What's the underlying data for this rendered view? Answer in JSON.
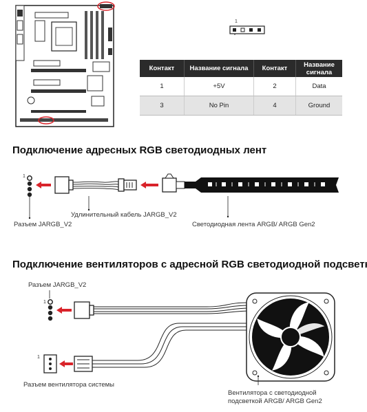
{
  "header_pin_number": "1",
  "pin_table": {
    "headers": [
      "Контакт",
      "Название сигнала",
      "Контакт",
      "Название сигнала"
    ],
    "rows": [
      [
        "1",
        "+5V",
        "2",
        "Data"
      ],
      [
        "3",
        "No Pin",
        "4",
        "Ground"
      ]
    ]
  },
  "section_led": {
    "title": "Подключение адресных RGB светодиодных лент",
    "label_pin_one": "1",
    "label_cable": "Удлинительный кабель JARGB_V2",
    "label_connector": "Разъем JARGB_V2",
    "label_strip": "Светодиодная лента ARGB/ ARGB Gen2"
  },
  "section_fan": {
    "title": "Подключение вентиляторов с адресной RGB светодиодной подсветкой",
    "label_connector": "Разъем JARGB_V2",
    "label_pin_one_a": "1",
    "label_pin_one_b": "1",
    "label_sys_fan": "Разъем вентилятора системы",
    "label_fan_line1": "Вентилятора с светодиодной",
    "label_fan_line2": "подсветкой ARGB/ ARGB Gen2"
  },
  "colors": {
    "accent_red": "#d9232a",
    "table_header": "#2b2b2b",
    "table_alt": "#e4e4e4"
  }
}
